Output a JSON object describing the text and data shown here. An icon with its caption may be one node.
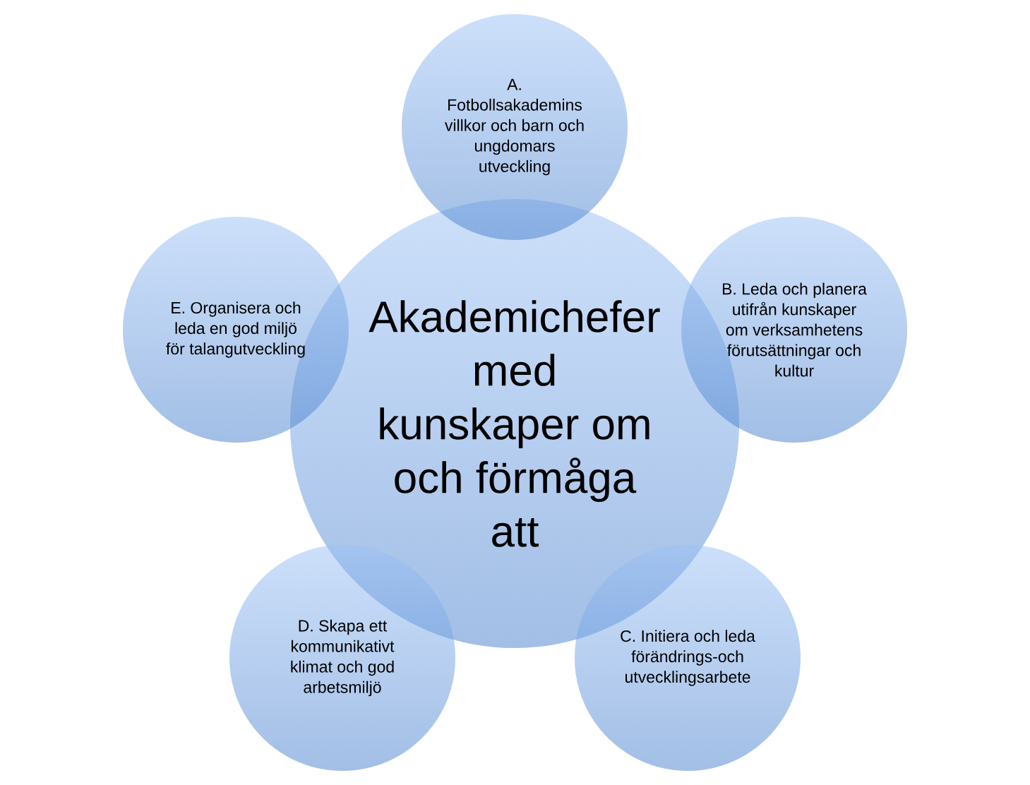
{
  "diagram": {
    "nodes": [
      {
        "text": [
          "Akademichefer med kunskaper om och förmåga att"
        ]
      },
      {
        "text": [
          "A. Fotbollsakademins villkor och barn och ungdomars utveckling"
        ]
      },
      {
        "text": [
          "B. Leda och planera utifrån kunskaper om verksamhetens förutsättningar och kultur"
        ]
      },
      {
        "text": [
          "C. Initiera och leda förändrings-och utvecklingsarbete"
        ]
      },
      {
        "text": [
          "D. Skapa ett kommunikativt klimat och god arbetsmiljö"
        ]
      },
      {
        "text": [
          "E. Organisera och leda en god miljö för talangutveckling"
        ]
      }
    ]
  }
}
